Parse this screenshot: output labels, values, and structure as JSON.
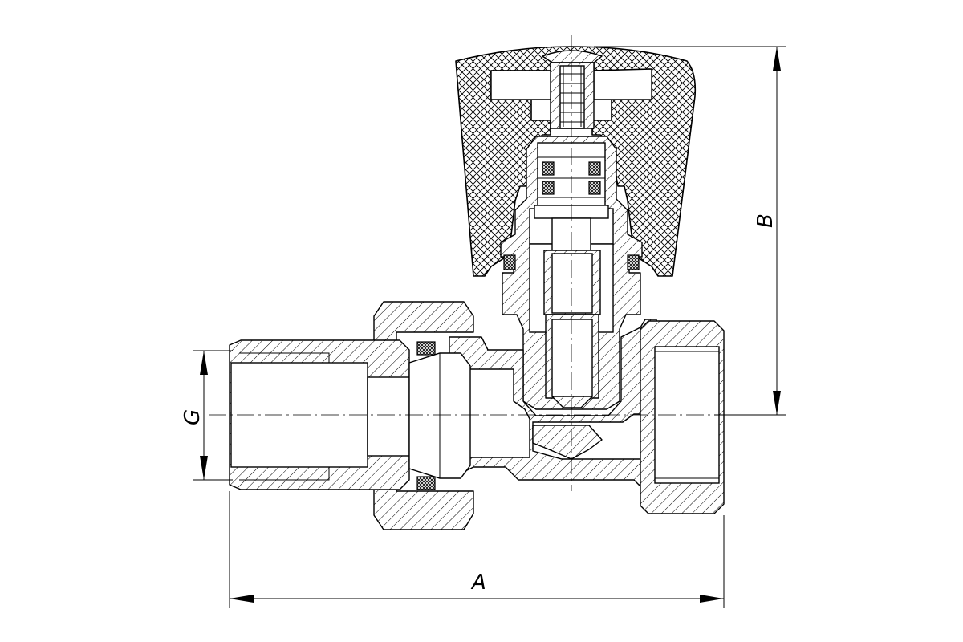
{
  "drawing": {
    "dimensions": {
      "a": "A",
      "b": "B",
      "g": "G"
    },
    "colors": {
      "line": "#000000",
      "background": "#ffffff"
    }
  }
}
